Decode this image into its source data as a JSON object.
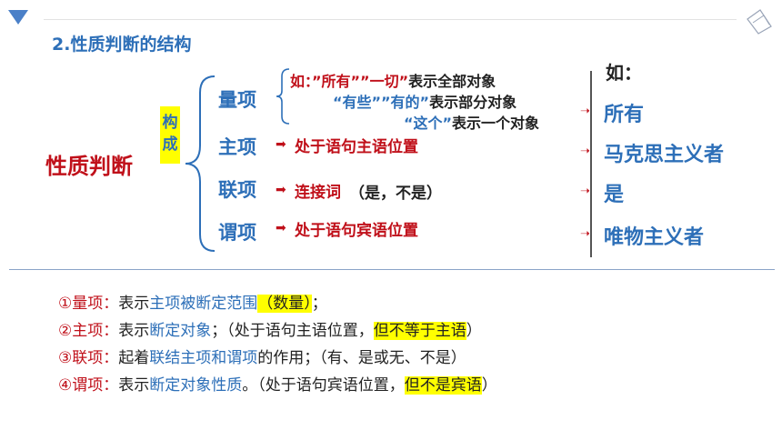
{
  "title": "2.性质判断的结构",
  "main_term": "性质判断",
  "composition": "构成",
  "terms": {
    "quantifier": "量项",
    "subject": "主项",
    "copula": "联项",
    "predicate": "谓项"
  },
  "descriptions": {
    "subject_pos": "处于语句主语位置",
    "copula_word": "连接词",
    "copula_values": "（是，不是）",
    "predicate_pos": "处于语句宾语位置"
  },
  "quantifier_examples": [
    {
      "prefix": "如：",
      "words": "”所有””一切”",
      "meaning": "表示全部对象"
    },
    {
      "prefix": "",
      "words": "“有些””有的”",
      "meaning": "表示部分对象"
    },
    {
      "prefix": "",
      "words": "“这个”",
      "meaning": "表示一个对象"
    }
  ],
  "example": {
    "label": "如：",
    "words": [
      "所有",
      "马克思主义者",
      "是",
      "唯物主义者"
    ]
  },
  "notes": [
    {
      "num": "①量项：",
      "pre": "表示",
      "blue": "主项被断定范围",
      "hl": "（数量）",
      "post": "；",
      "tail": ""
    },
    {
      "num": "②主项：",
      "pre": "表示",
      "blue": "断定对象",
      "mid": "；（处于语句主语位置，",
      "hl": "但不等于主语",
      "post": "）"
    },
    {
      "num": "③联项：",
      "pre": "起着",
      "blue": "联结主项和谓项",
      "post": "的作用；（有、是或无、不是）"
    },
    {
      "num": "④谓项：",
      "pre": "表示",
      "blue": "断定对象性质",
      "mid": "。（处于语句宾语位置，",
      "hl": "但不是宾语",
      "post": "）"
    }
  ],
  "colors": {
    "accent_blue": "#2d6fb8",
    "accent_red": "#c0101a",
    "highlight": "#ffff00"
  }
}
